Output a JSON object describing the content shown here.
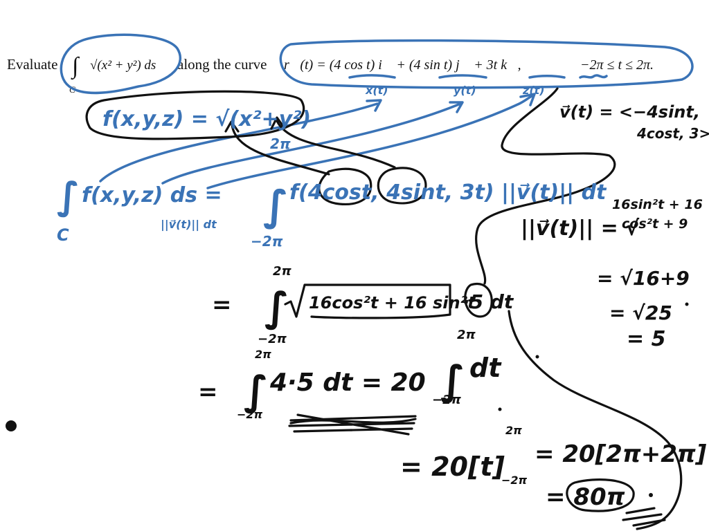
{
  "colors": {
    "blue_ink": "#3a73b6",
    "black_ink": "#111111",
    "background": "#ffffff"
  },
  "problem": {
    "evaluate": "Evaluate",
    "integrand": "√(x² + y²) ds",
    "lower_limit": "C",
    "along": "along the curve",
    "curve": "r⃗(t) = (4 cos t) i⃗ + (4 sin t) j⃗ + 3t k⃗,",
    "range": "−2π ≤ t ≤ 2π."
  },
  "annotations": {
    "x_label": "x(t)",
    "y_label": "y(t)",
    "z_label": "z(t)",
    "f_def": "f(x,y,z) = √(x²+y²)",
    "upper_2pi": "2π",
    "general_integral": "f(x,y,z) ds =",
    "C_label": "C",
    "ds_note": "||v⃗(t)|| dt",
    "param_integral": "f(4cost, 4sint, 3t) ||v⃗(t)|| dt",
    "lower_neg2pi": "−2π",
    "velocity": "v⃗(t) = <−4sint,",
    "velocity_cont": "4cost, 3>",
    "speed_lhs": "||v⃗(t)|| = √",
    "speed_rad1": "16sin²t + 16",
    "speed_rad2": "cos²t + 9",
    "speed_step2": "= √16+9",
    "speed_step3": "= √25",
    "speed_result": "= 5",
    "step1_eq": "=",
    "step1_upper": "2π",
    "step1_radicand": "16cos²t + 16 sin²t",
    "step1_factor": "·5 dt",
    "step1_lower": "−2π",
    "step2_eq": "=",
    "step2_upper": "2π",
    "step2_body": "4·5 dt = 20",
    "step2_dt": "dt",
    "step2_int_upper": "2π",
    "step2_int_lower": "−2π",
    "step2_lower": "−2π",
    "step3": "= 20[t]",
    "step3_upper": "2π",
    "step3_lower": "−2π",
    "step3_rhs": "= 20[2π+2π]",
    "final": "= 80π"
  }
}
